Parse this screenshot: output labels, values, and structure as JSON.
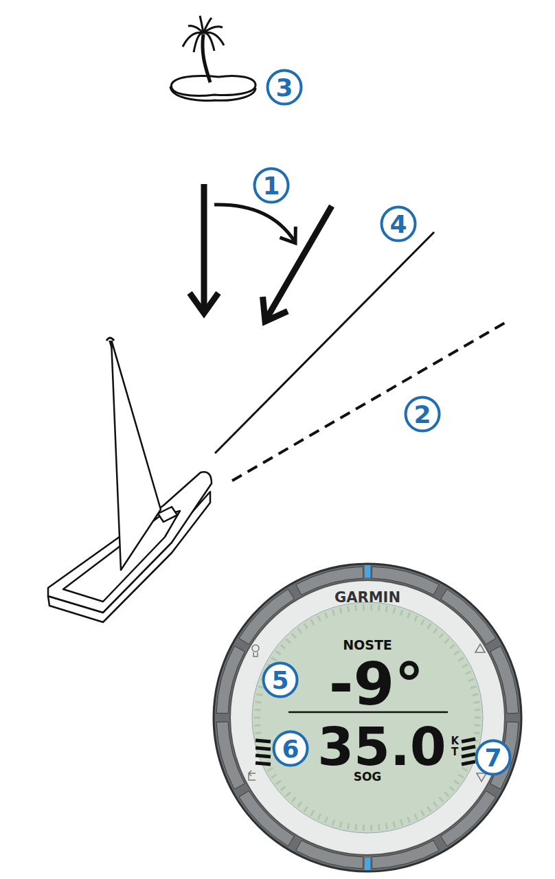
{
  "diagram": {
    "nodes": [
      {
        "text": [
          "3"
        ]
      },
      {
        "text": [
          "1"
        ]
      },
      {
        "text": [
          "4"
        ]
      },
      {
        "text": [
          "2"
        ]
      },
      {
        "text": [
          "5"
        ]
      },
      {
        "text": [
          "6"
        ]
      },
      {
        "text": [
          "7"
        ]
      }
    ],
    "labels": [
      "GARMIN",
      "NOSTE",
      "-9°",
      "35.0",
      "KT",
      "SOG"
    ]
  }
}
